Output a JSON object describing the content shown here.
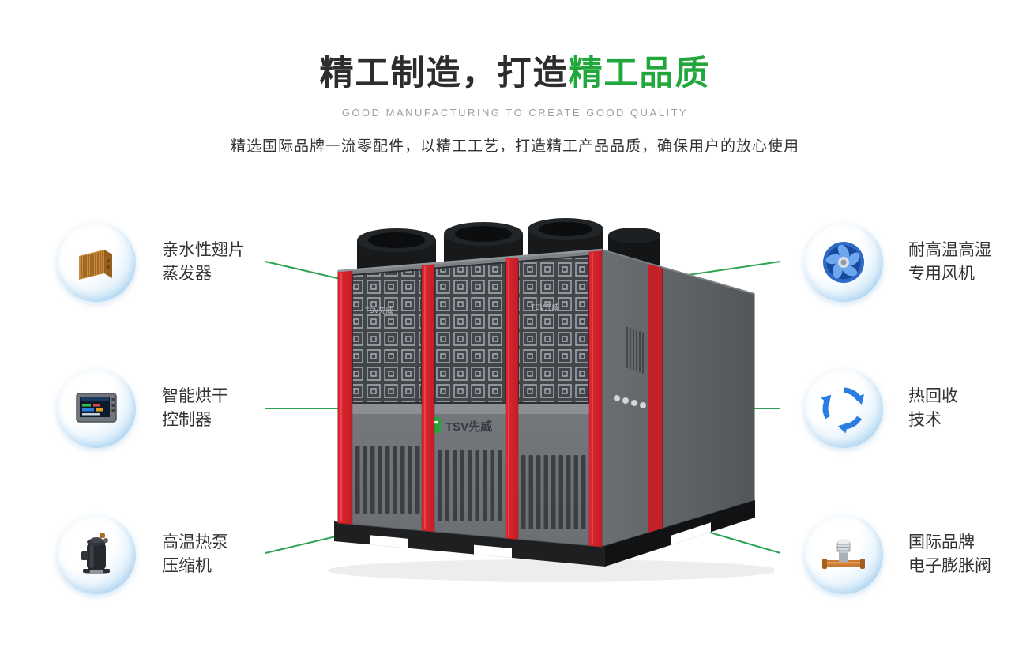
{
  "header": {
    "title_black": "精工制造，打造",
    "title_green": "精工品质",
    "subtitle": "GOOD MANUFACTURING TO CREATE GOOD QUALITY",
    "description": "精选国际品牌一流零配件，以精工工艺，打造精工产品品质，确保用户的放心使用"
  },
  "features": {
    "left": [
      {
        "line1": "亲水性翅片",
        "line2": "蒸发器",
        "icon": "evaporator-coil-icon"
      },
      {
        "line1": "智能烘干",
        "line2": "控制器",
        "icon": "controller-panel-icon"
      },
      {
        "line1": "高温热泵",
        "line2": "压缩机",
        "icon": "compressor-icon"
      }
    ],
    "right": [
      {
        "line1": "耐高温高湿",
        "line2": "专用风机",
        "icon": "axial-fan-icon"
      },
      {
        "line1": "热回收",
        "line2": "技术",
        "icon": "recycle-icon"
      },
      {
        "line1": "国际品牌",
        "line2": "电子膨胀阀",
        "icon": "expansion-valve-icon"
      }
    ]
  },
  "machine": {
    "brand": "TSV先威",
    "name": "heat-pump-drying-unit"
  },
  "colors": {
    "accent_green": "#21A73C",
    "line_green": "#2BA352",
    "machine_red": "#D8232A",
    "icon_blue": "#2A7DE1",
    "text_dark": "#333333",
    "text_gray": "#9AA0A0"
  }
}
